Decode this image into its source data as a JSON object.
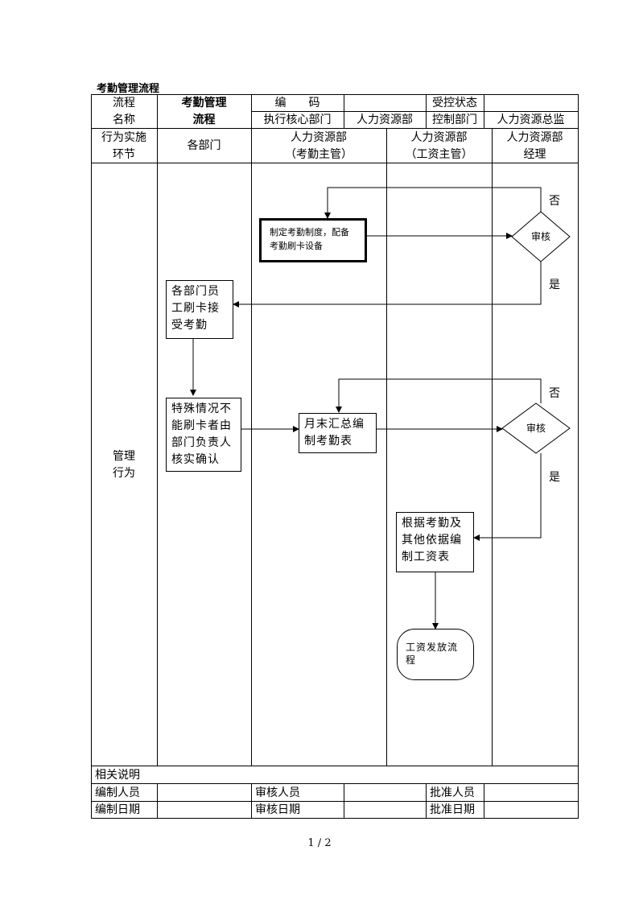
{
  "document_title": "考勤管理流程",
  "header": {
    "flow_label_1": "流程",
    "flow_label_2": "名称",
    "flow_name_1": "考勤管理",
    "flow_name_2": "流程",
    "code_label": "编　　码",
    "code_value": "",
    "control_status_label": "受控状态",
    "control_status_value": "",
    "exec_dept_label": "执行核心部门",
    "exec_dept_value": "人力资源部",
    "control_dept_label": "控制部门",
    "control_dept_value": "人力资源总监"
  },
  "columns": {
    "stage_1": "行为实施",
    "stage_2": "环节",
    "dept_col": "各部门",
    "hr_attendance_1": "人力资源部",
    "hr_attendance_2": "（考勤主管）",
    "hr_salary_1": "人力资源部",
    "hr_salary_2": "（工资主管）",
    "hr_manager_1": "人力资源部",
    "hr_manager_2": "经理"
  },
  "row_label": {
    "line1": "管理",
    "line2": "行为"
  },
  "flowchart": {
    "box_policy": "制定考勤制度，配备考勤刷卡设备",
    "box_swipe": "各部门员工刷卡接受考勤",
    "box_special": "特殊情况不能刷卡者由部门负责人核实确认",
    "box_summary": "月末汇总编制考勤表",
    "box_payroll": "根据考勤及其他依据编制工资表",
    "box_pay_process": "工资发放流程",
    "review_1": "审核",
    "review_2": "审核",
    "no_1": "否",
    "yes_1": "是",
    "no_2": "否",
    "yes_2": "是"
  },
  "footer": {
    "notes_label": "相关说明",
    "notes_value": "",
    "editor_label": "编制人员",
    "editor_value": "",
    "reviewer_label": "审核人员",
    "reviewer_value": "",
    "approver_label": "批准人员",
    "approver_value": "",
    "edit_date_label": "编制日期",
    "edit_date_value": "",
    "review_date_label": "审核日期",
    "review_date_value": "",
    "approve_date_label": "批准日期",
    "approve_date_value": ""
  },
  "page_number": "1 / 2"
}
